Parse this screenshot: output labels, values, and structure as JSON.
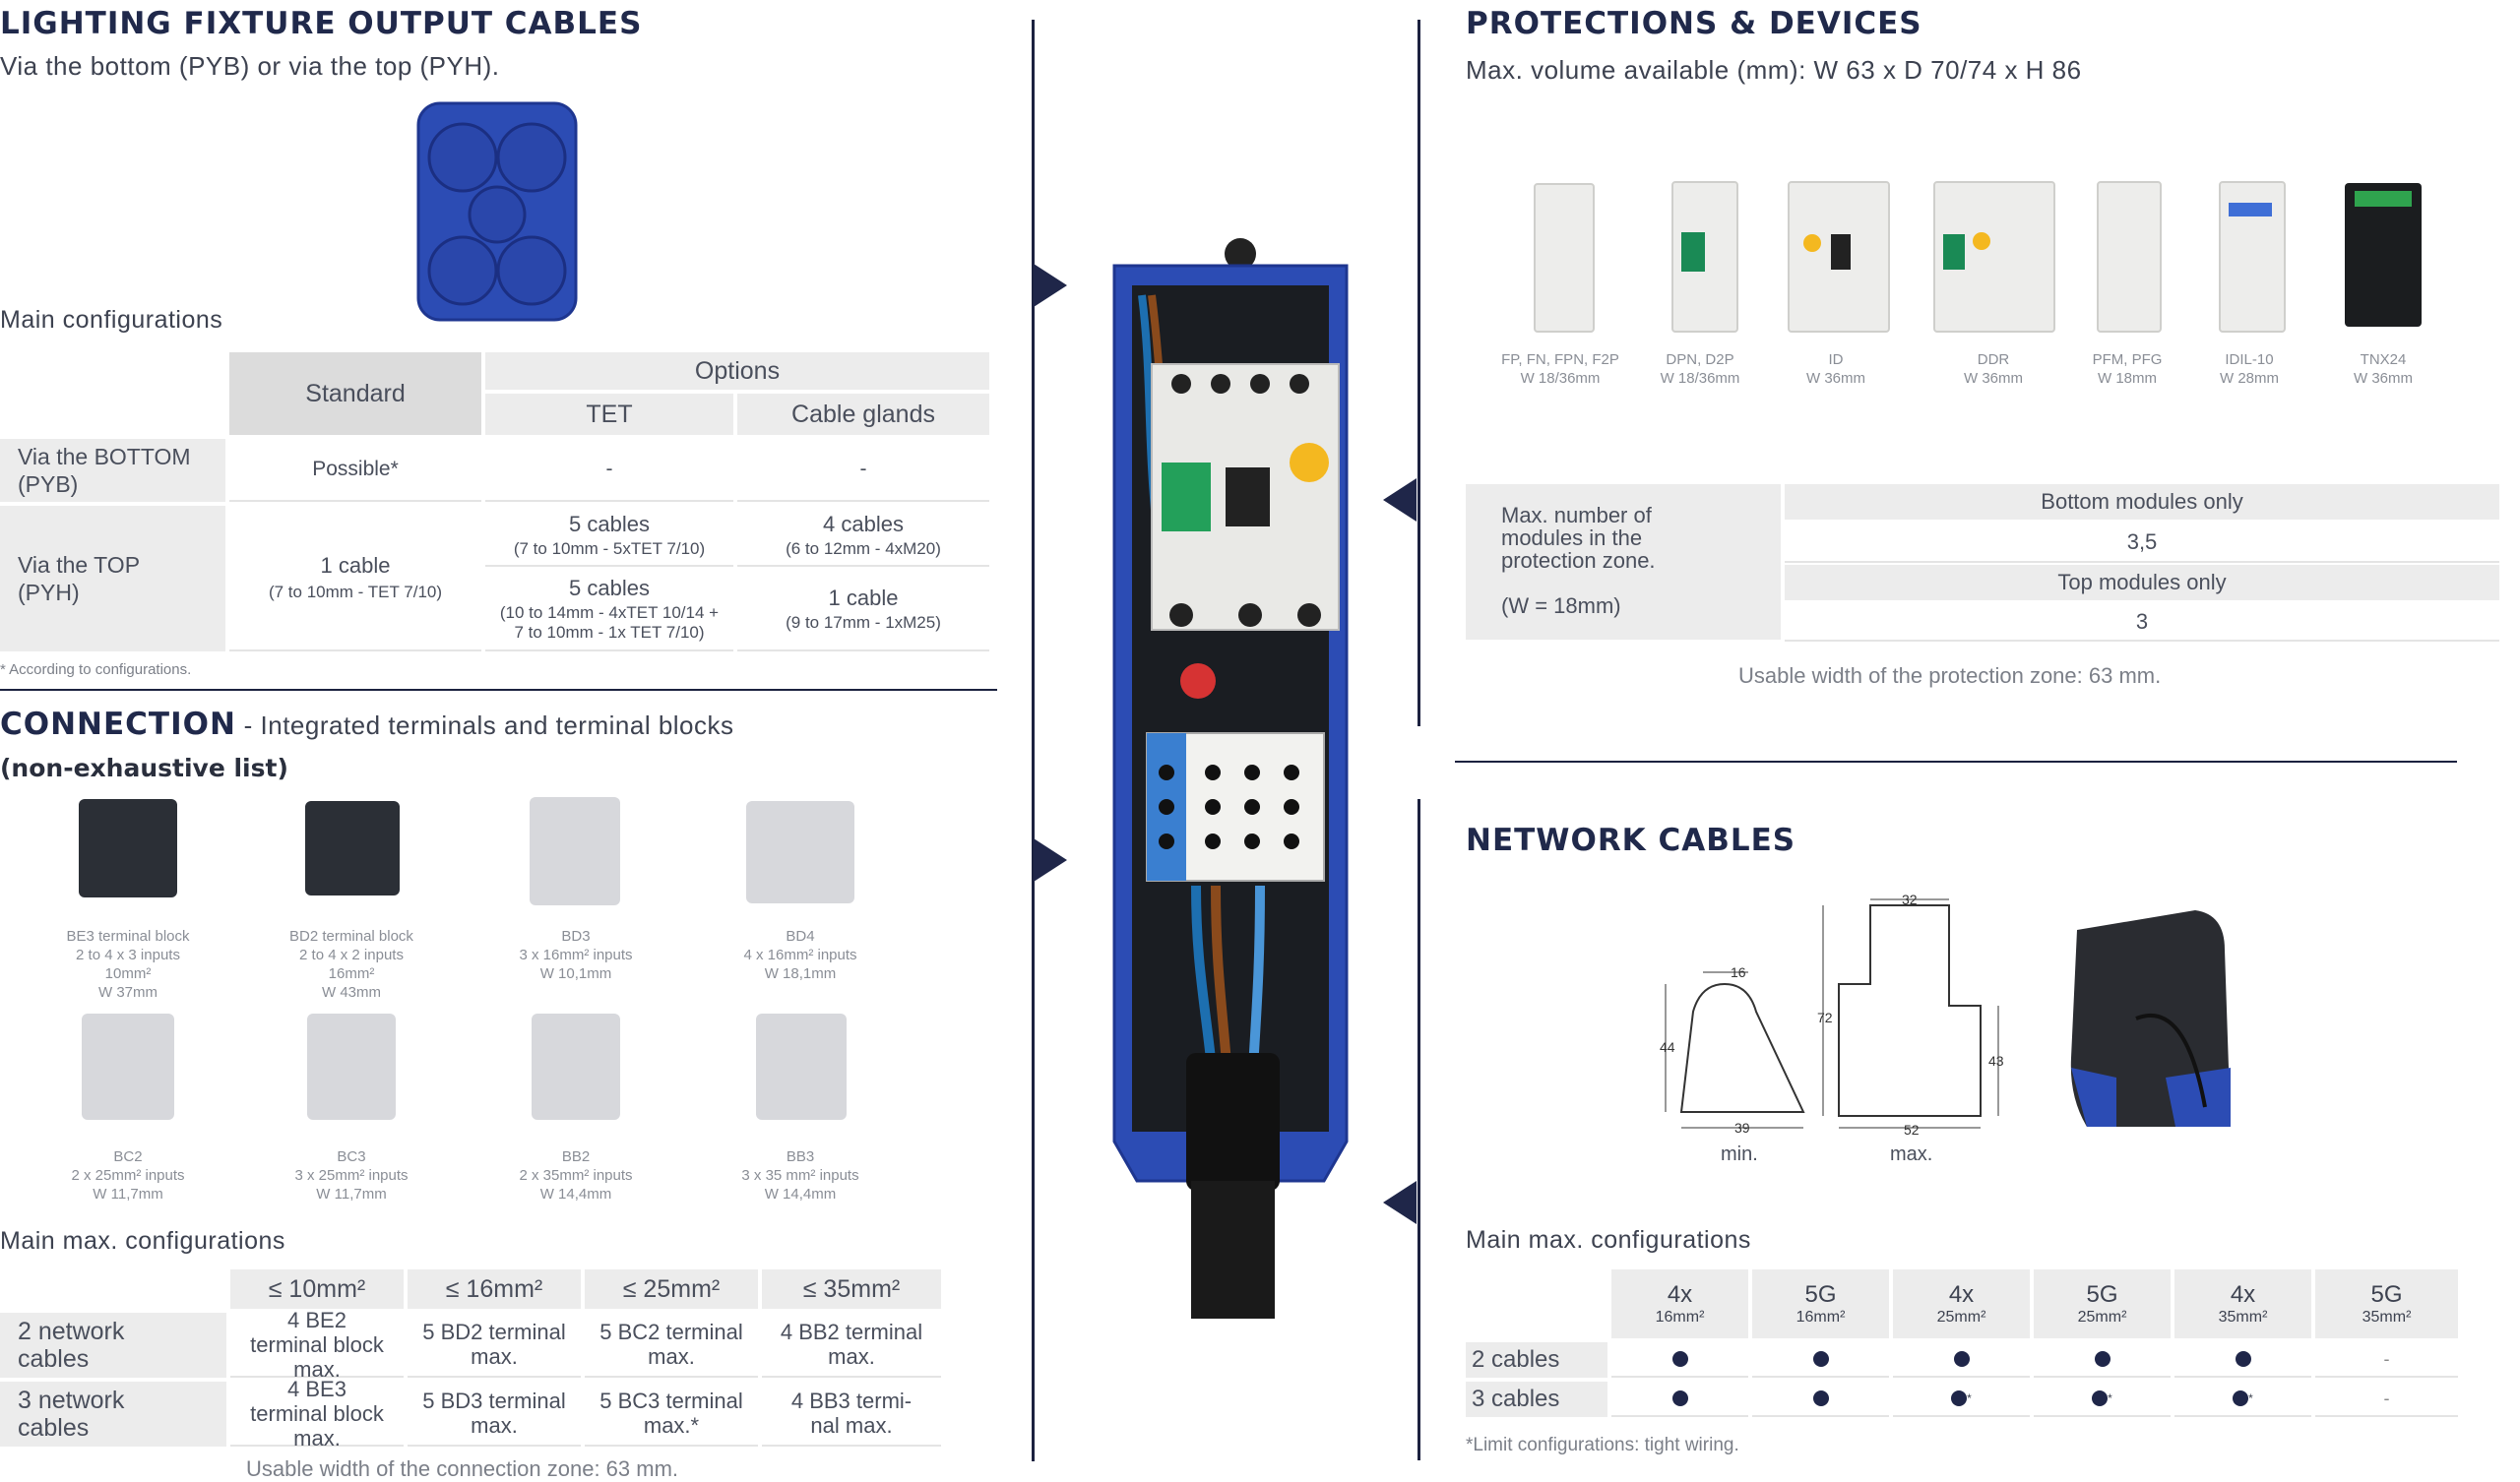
{
  "lighting": {
    "title": "LIGHTING FIXTURE OUTPUT CABLES",
    "subtitle": "Via the bottom (PYB) or via the top (PYH).",
    "main_config_label": "Main configurations",
    "table": {
      "standard": "Standard",
      "options": "Options",
      "tet": "TET",
      "glands": "Cable glands",
      "row1_label": "Via the BOTTOM (PYB)",
      "row1_standard": "Possible*",
      "row1_tet": "-",
      "row1_glands": "-",
      "row2_label": "Via the TOP (PYH)",
      "row2_standard_main": "1 cable",
      "row2_standard_sub": "(7 to 10mm - TET 7/10)",
      "row2a_tet_main": "5 cables",
      "row2a_tet_sub": "(7 to 10mm - 5xTET 7/10)",
      "row2a_glands_main": "4 cables",
      "row2a_glands_sub": "(6 to 12mm - 4xM20)",
      "row2b_tet_main": "5 cables",
      "row2b_tet_sub1": "(10 to 14mm - 4xTET 10/14 +",
      "row2b_tet_sub2": "7 to 10mm - 1x TET 7/10)",
      "row2b_glands_main": "1 cable",
      "row2b_glands_sub": "(9 to 17mm - 1xM25)"
    },
    "footnote": "* According to configurations."
  },
  "connection": {
    "title": "CONNECTION",
    "title_rest": " - Integrated terminals and terminal blocks",
    "subtitle": "(non-exhaustive list)",
    "blocks": [
      {
        "l1": "BE3 terminal block",
        "l2": "2 to 4 x 3 inputs",
        "l3": "10mm²",
        "l4": "W 37mm",
        "color": "#2b2f36"
      },
      {
        "l1": "BD2 terminal block",
        "l2": "2 to 4 x 2 inputs",
        "l3": "16mm²",
        "l4": "W 43mm",
        "color": "#2b2f36"
      },
      {
        "l1": "BD3",
        "l2": "3 x 16mm² inputs",
        "l3": "W 10,1mm",
        "l4": "",
        "color": "#d7d8dc"
      },
      {
        "l1": "BD4",
        "l2": "4 x 16mm² inputs",
        "l3": "W 18,1mm",
        "l4": "",
        "color": "#d7d8dc"
      },
      {
        "l1": "BC2",
        "l2": "2 x 25mm² inputs",
        "l3": "W 11,7mm",
        "l4": "",
        "color": "#d7d8dc"
      },
      {
        "l1": "BC3",
        "l2": "3 x 25mm² inputs",
        "l3": "W 11,7mm",
        "l4": "",
        "color": "#d7d8dc"
      },
      {
        "l1": "BB2",
        "l2": "2 x 35mm² inputs",
        "l3": "W 14,4mm",
        "l4": "",
        "color": "#d7d8dc"
      },
      {
        "l1": "BB3",
        "l2": "3 x 35 mm² inputs",
        "l3": "W 14,4mm",
        "l4": "",
        "color": "#d7d8dc"
      }
    ],
    "max_config_label": "Main max. configurations",
    "table": {
      "h1": "≤ 10mm²",
      "h2": "≤ 16mm²",
      "h3": "≤ 25mm²",
      "h4": "≤ 35mm²",
      "r1_label": "2 network cables",
      "r1": [
        "4 BE2 terminal block max.",
        "5 BD2 terminal max.",
        "5 BC2 terminal max.",
        "4 BB2 terminal max."
      ],
      "r2_label": "3 network cables",
      "r2": [
        "4 BE3 terminal block max.",
        "5 BD3 terminal max.",
        "5 BC3 terminal max.*",
        "4 BB3 termi- nal max."
      ]
    },
    "usable_width": "Usable width of the connection zone: 63 mm."
  },
  "protections": {
    "title": "PROTECTIONS & DEVICES",
    "subtitle": "Max. volume available (mm): W 63 x D 70/74 x H 86",
    "devices": [
      {
        "name": "FP, FN, FPN, F2P",
        "width": "W 18/36mm"
      },
      {
        "name": "DPN, D2P",
        "width": "W 18/36mm"
      },
      {
        "name": "ID",
        "width": "W 36mm"
      },
      {
        "name": "DDR",
        "width": "W 36mm"
      },
      {
        "name": "PFM, PFG",
        "width": "W 18mm"
      },
      {
        "name": "IDIL-10",
        "width": "W 28mm"
      },
      {
        "name": "TNX24",
        "width": "W 36mm"
      }
    ],
    "table": {
      "label1": "Max. number of",
      "label2": "modules in the",
      "label3": "protection zone.",
      "label4": "(W = 18mm)",
      "bottom_only": "Bottom modules only",
      "bottom_value": "3,5",
      "top_only": "Top modules only",
      "top_value": "3"
    },
    "usable_width": "Usable width of the protection zone: 63 mm."
  },
  "network": {
    "title": "NETWORK CABLES",
    "dims_min": {
      "top": "16",
      "side": "44",
      "bottom": "39"
    },
    "dims_max": {
      "top": "32",
      "left": "72",
      "right": "43",
      "bottom": "52"
    },
    "min_label": "min.",
    "max_label": "max.",
    "max_config_label": "Main max. configurations",
    "table": {
      "headers": [
        {
          "a": "4x",
          "b": "16mm²"
        },
        {
          "a": "5G",
          "b": "16mm²"
        },
        {
          "a": "4x",
          "b": "25mm²"
        },
        {
          "a": "5G",
          "b": "25mm²"
        },
        {
          "a": "4x",
          "b": "35mm²"
        },
        {
          "a": "5G",
          "b": "35mm²"
        }
      ],
      "r1_label": "2 cables",
      "r2_label": "3 cables",
      "dash": "-",
      "star": "*"
    },
    "footnote": "*Limit configurations: tight wiring."
  },
  "colors": {
    "navy": "#20294b",
    "blue": "#2545a8",
    "grey": "#ececec"
  }
}
